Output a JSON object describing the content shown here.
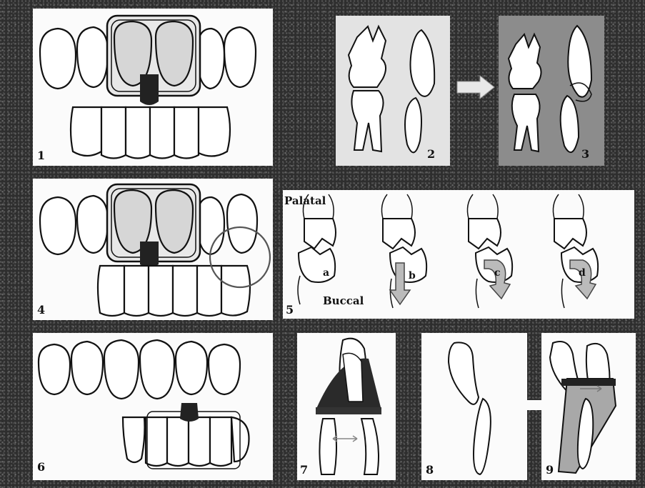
{
  "panels": [
    {
      "number": "1"
    },
    {
      "number": "2"
    },
    {
      "number": "3"
    },
    {
      "number": "4"
    },
    {
      "number": "5",
      "labels": {
        "palatal": "Palatal",
        "buccal": "Buccal",
        "a": "a",
        "b": "b",
        "c": "c",
        "d": "d"
      }
    },
    {
      "number": "6"
    },
    {
      "number": "7"
    },
    {
      "number": "8"
    },
    {
      "number": "9"
    }
  ]
}
